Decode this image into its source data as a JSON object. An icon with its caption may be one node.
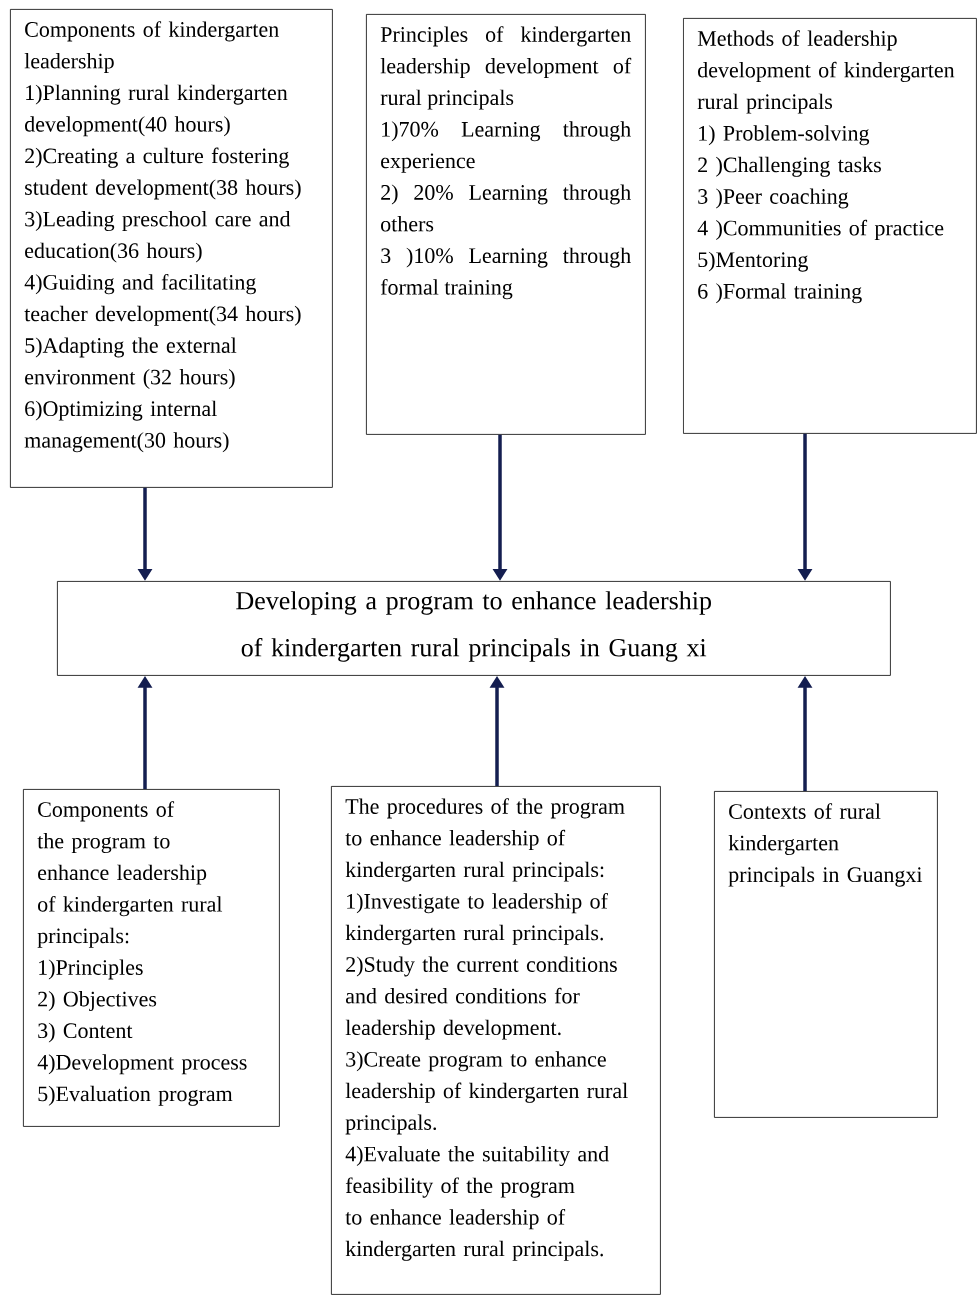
{
  "diagram": {
    "nodes": [
      {
        "text": [
          "Components of kindergarten leadership",
          "1)Planning rural kindergarten development(40 hours)",
          "2)Creating a culture fostering student development(38 hours)",
          "3)Leading preschool care and education(36 hours)",
          "4)Guiding and facilitating teacher development(34 hours)",
          "5)Adapting the external environment (32 hours)",
          "6)Optimizing internal management(30 hours)"
        ]
      },
      {
        "text": [
          "Principles of kindergarten leadership development of rural principals",
          "1)70% Learning through experience",
          "2) 20% Learning through others",
          "3 )10% Learning through formal training"
        ]
      },
      {
        "text": [
          "Methods of leadership development of kindergarten rural principals",
          "1) Problem-solving",
          "2 )Challenging tasks",
          "3 )Peer coaching",
          "4 )Communities of practice",
          "5)Mentoring",
          "6 )Formal training"
        ]
      },
      {
        "text": [
          "Developing a program to enhance leadership of kindergarten rural principals in Guang xi"
        ]
      },
      {
        "text": [
          "Components of the program to enhance leadership of kindergarten rural principals:",
          "1)Principles",
          "2) Objectives",
          "3) Content",
          "4)Development process",
          "5)Evaluation program"
        ]
      },
      {
        "text": [
          "The procedures of the program to enhance leadership of kindergarten rural principals:",
          "1)Investigate to leadership of kindergarten rural principals.",
          "2)Study the current conditions and desired conditions for leadership development.",
          "3)Create program to enhance leadership of kindergarten rural principals.",
          "4)Evaluate the suitability and feasibility of the program to enhance leadership of kindergarten rural principals."
        ]
      },
      {
        "text": [
          "Contexts of rural kindergarten principals in Guangxi"
        ]
      }
    ],
    "edges": [
      {
        "from": 0,
        "to": 3,
        "arrow": "to"
      },
      {
        "from": 1,
        "to": 3,
        "arrow": "to"
      },
      {
        "from": 2,
        "to": 3,
        "arrow": "to"
      },
      {
        "from": 4,
        "to": 3,
        "arrow": "to"
      },
      {
        "from": 5,
        "to": 3,
        "arrow": "to"
      },
      {
        "from": 6,
        "to": 3,
        "arrow": "to"
      }
    ]
  }
}
